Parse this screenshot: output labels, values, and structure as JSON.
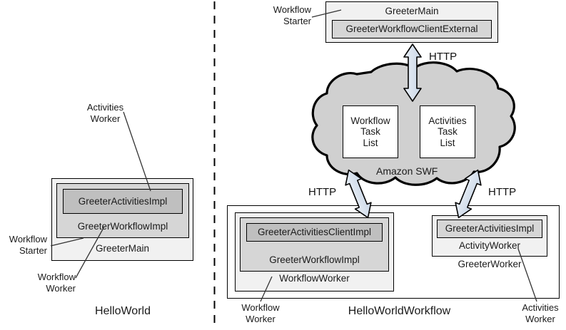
{
  "diagram": {
    "title": "AWS SWF HelloWorld vs HelloWorldWorkflow comparison",
    "divider": "dashed-vertical"
  },
  "colors": {
    "fill_light": "#f1f1f1",
    "fill_mid": "#d6d6d6",
    "fill_dark": "#bfbfbf",
    "fill_white": "#ffffff",
    "stroke": "#000000",
    "arrow_fill": "#dde5ee",
    "cloud_fill": "#d0d0d0"
  },
  "left_panel": {
    "caption": "HelloWorld",
    "outer_box_label": "GreeterMain",
    "middle_box_label": "GreeterWorkflowImpl",
    "inner_box_label": "GreeterActivitiesImpl",
    "annotations": [
      {
        "name": "activities-worker",
        "text": "Activities\nWorker"
      },
      {
        "name": "workflow-starter",
        "text": "Workflow\nStarter"
      },
      {
        "name": "workflow-worker",
        "text": "Workflow\nWorker"
      }
    ]
  },
  "right_panel": {
    "caption": "HelloWorldWorkflow",
    "starter": {
      "outer_label": "GreeterMain",
      "inner_label": "GreeterWorkflowClientExternal",
      "annotation": "Workflow\nStarter"
    },
    "cloud": {
      "label": "Amazon SWF",
      "task_lists": [
        {
          "name": "workflow-task-list",
          "text": "Workflow\nTask\nList"
        },
        {
          "name": "activities-task-list",
          "text": "Activities\nTask\nList"
        }
      ]
    },
    "arrows": [
      {
        "name": "http-arrow-top",
        "label": "HTTP",
        "direction": "bidirectional-vertical"
      },
      {
        "name": "http-arrow-left",
        "label": "HTTP",
        "direction": "bidirectional-diagonal"
      },
      {
        "name": "http-arrow-right",
        "label": "HTTP",
        "direction": "bidirectional-diagonal"
      }
    ],
    "workflow_worker": {
      "outer_label": "WorkflowWorker",
      "middle_label": "GreeterWorkflowImpl",
      "inner_label": "GreeterActivitiesClientImpl",
      "annotation": "Workflow\nWorker"
    },
    "greeter_worker": {
      "outer_label": "GreeterWorker",
      "middle_label": "ActivityWorker",
      "inner_label": "GreeterActivitiesImpl",
      "annotation": "Activities\nWorker"
    }
  }
}
